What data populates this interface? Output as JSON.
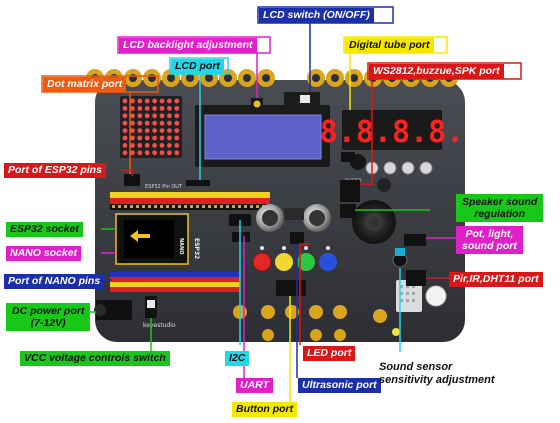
{
  "labels": {
    "lcd_switch": "LCD switch (ON/OFF)",
    "lcd_backlight": "LCD backlight adjustment",
    "digital_tube": "Digital tube port",
    "lcd_port": "LCD port",
    "dot_matrix": "Dot matrix port",
    "ws2812": "WS2812,buzzue,SPK port",
    "esp32_pins": "Port of ESP32 pins",
    "speaker_line1": "Speaker sound",
    "speaker_line2": "regulation",
    "esp32_socket": "ESP32 socket",
    "nano_socket": "NANO socket",
    "pot_line1": "Pot, light,",
    "pot_line2": "sound port",
    "nano_pins": "Port of NANO pins",
    "pir": "Pir,IR,DHT11 port",
    "dc_line1": "DC power port",
    "dc_line2": "(7-12V)",
    "vcc": "VCC voltage controls switch",
    "i2c": "I2C",
    "led": "LED port",
    "uart": "UART",
    "ultrasonic": "Ultrasonic port",
    "sound_line1": "Sound sensor",
    "sound_line2": "sensitivity adjustment",
    "button": "Button port"
  },
  "board": {
    "esp32_pin_out": "ESP32 Pin OUT",
    "esp32_chip": "ESP32",
    "nano_chip": "NANO",
    "brand": "keyestudio",
    "buzzer_text": "BUZZER",
    "tube_digits": "8.8.8.8."
  },
  "colors": {
    "blue": "#1a2fa8",
    "magenta": "#e020c8",
    "yellow": "#f5e800",
    "cyan": "#20d8e8",
    "orange": "#f05a10",
    "red": "#d81818",
    "green": "#18c818",
    "board": "#3b3e44"
  }
}
